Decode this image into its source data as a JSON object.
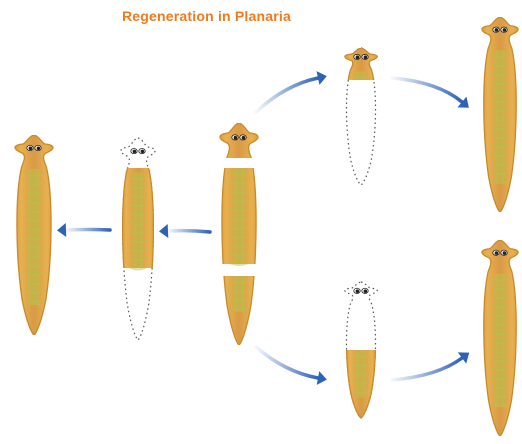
{
  "title": "Regeneration in Planaria",
  "colors": {
    "title": "#f07a1e",
    "body_fill": "#e9b04f",
    "body_outline": "#c98a2c",
    "body_center": "#d89a46",
    "gut": "#b8c24a",
    "arrow": "#2d62b8",
    "dotted": "#555555",
    "eye": "#222222"
  },
  "worms": [
    {
      "id": "original-cut-worm",
      "kind": "cut-into-three"
    },
    {
      "id": "middle-piece-regenerating",
      "kind": "middle-regrowing-head-tail"
    },
    {
      "id": "regenerated-worm-left",
      "kind": "complete"
    },
    {
      "id": "head-piece-regenerating",
      "kind": "head-regrowing-body"
    },
    {
      "id": "regenerated-worm-top-right",
      "kind": "complete"
    },
    {
      "id": "tail-piece-regenerating",
      "kind": "tail-regrowing-head"
    },
    {
      "id": "regenerated-worm-bottom-right",
      "kind": "complete"
    }
  ],
  "arrows": [
    {
      "id": "arrow-to-middle-piece",
      "direction": "left"
    },
    {
      "id": "arrow-to-left-worm",
      "direction": "left"
    },
    {
      "id": "arrow-to-head-piece",
      "direction": "up-right"
    },
    {
      "id": "arrow-to-top-right-worm",
      "direction": "down-right"
    },
    {
      "id": "arrow-to-tail-piece",
      "direction": "down-right"
    },
    {
      "id": "arrow-to-bottom-right-worm",
      "direction": "up-right"
    }
  ]
}
